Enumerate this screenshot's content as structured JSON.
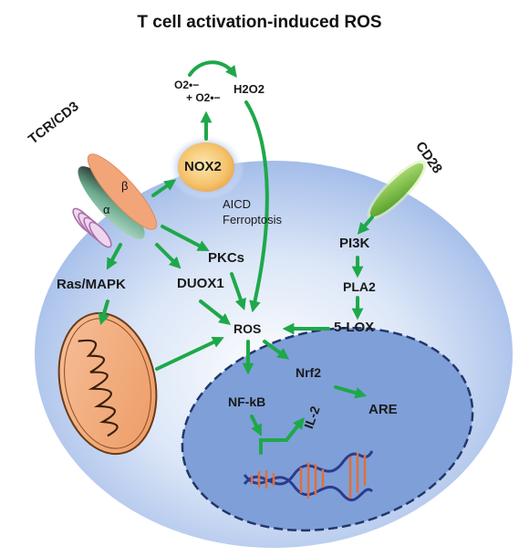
{
  "title": "T cell activation-induced ROS",
  "receptors": {
    "tcr": "TCR/CD3",
    "alpha": "α",
    "beta": "β",
    "cd28": "CD28"
  },
  "ros_species": {
    "superoxide": "O2•−",
    "superoxide_plus": "+ O2•−",
    "h2o2": "H2O2"
  },
  "enzymes": {
    "nox2": "NOX2",
    "duox1": "DUOX1",
    "pkcs": "PKCs",
    "pi3k": "PI3K",
    "pla2": "PLA2",
    "lox5": "5-LOX"
  },
  "pathways": {
    "ras_mapk": "Ras/MAPK",
    "aicd": "AICD",
    "ferroptosis": "Ferroptosis",
    "ros": "ROS"
  },
  "nucleus": {
    "nfkb": "NF-kB",
    "nrf2": "Nrf2",
    "il2": "IL-2",
    "are": "ARE"
  },
  "colors": {
    "arrow": "#1ea84a",
    "cytoplasm": "#a8c4ee",
    "nucleus": "#7f9fd8",
    "mitochondria": "#f3a978",
    "nox2": "#f5c26b",
    "cd28": "#7ac142"
  }
}
